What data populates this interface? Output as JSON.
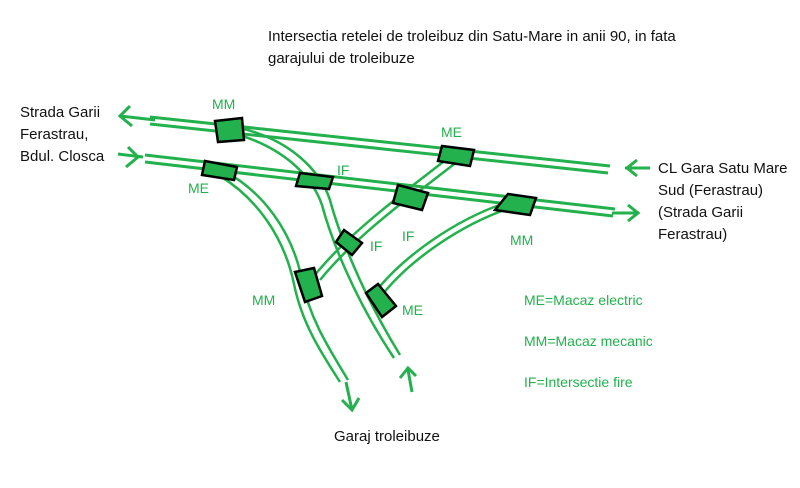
{
  "title": [
    "Intersectia retelei de troleibuz din Satu-Mare in anii 90, in fata",
    "garajului de troleibuze"
  ],
  "place_left": [
    "Strada Garii",
    "Ferastrau,",
    "Bdul. Closca"
  ],
  "place_right": [
    "CL Gara Satu Mare",
    "Sud (Ferastrau)",
    "(Strada Garii",
    "Ferastrau)"
  ],
  "place_bottom": "Garaj troleibuze",
  "junction_labels": {
    "mm_top": "MM",
    "me_top": "ME",
    "me_left": "ME",
    "if_center": "IF",
    "if_lower": "IF",
    "if_right": "IF",
    "mm_right": "MM",
    "mm_bottom": "MM",
    "me_bottom": "ME"
  },
  "legend": {
    "me": "ME=Macaz electric",
    "mm": "MM=Macaz mecanic",
    "if": "IF=Intersectie fire"
  },
  "colors": {
    "wire": "#22b14c",
    "switch_fill": "#22b14c",
    "switch_border": "#000000",
    "text": "#111111"
  }
}
